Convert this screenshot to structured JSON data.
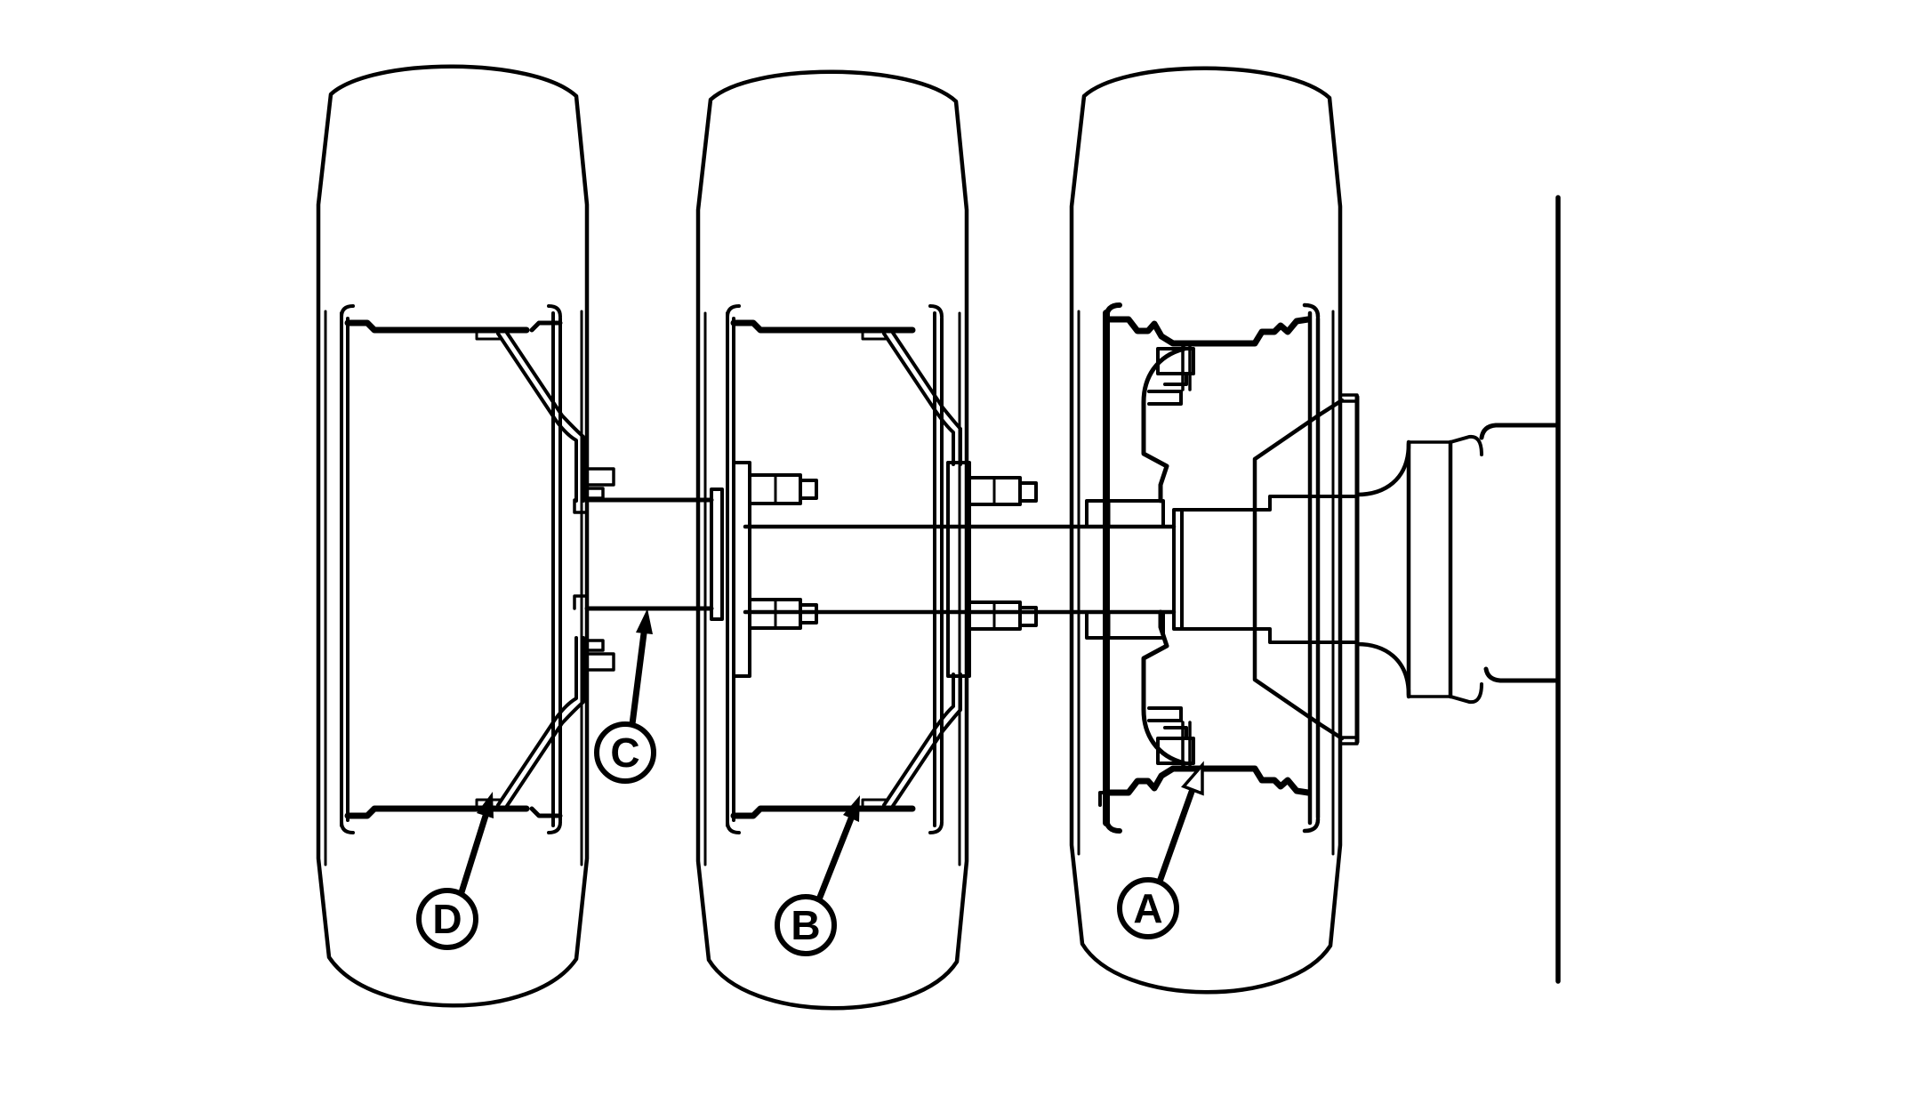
{
  "figure": {
    "kind": "technical-line-diagram",
    "description": "Cross-section of a triple wheel, rim, spacer and axle hub assembly with frame rail",
    "background_color": "#ffffff",
    "line_color": "#000000",
    "callouts": {
      "a": {
        "label": "A"
      },
      "b": {
        "label": "B"
      },
      "c": {
        "label": "C"
      },
      "d": {
        "label": "D"
      }
    }
  }
}
